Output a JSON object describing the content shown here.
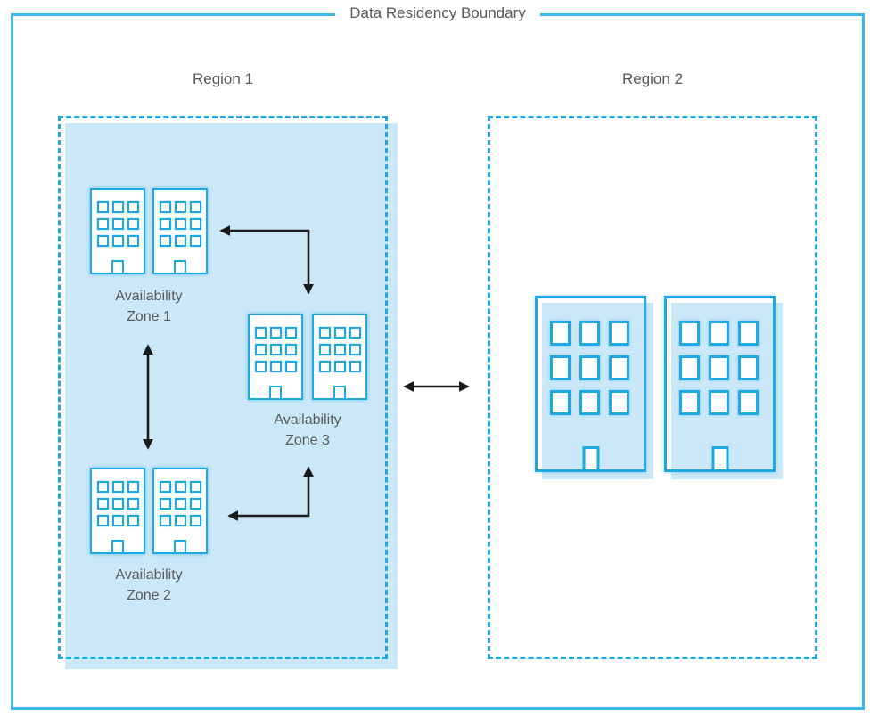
{
  "title": "Data Residency Boundary",
  "regions": [
    {
      "label": "Region 1"
    },
    {
      "label": "Region 2"
    }
  ],
  "zones": [
    {
      "line1": "Availability",
      "line2": "Zone 1"
    },
    {
      "line1": "Availability",
      "line2": "Zone 2"
    },
    {
      "line1": "Availability",
      "line2": "Zone 3"
    }
  ],
  "building": {
    "windows_rows": 3,
    "windows_cols": 3,
    "small_icon": "building-icon",
    "large_icon": "building-icon-large"
  },
  "arrows": [
    {
      "name": "az1-az3-arrow",
      "type": "elbow-bidirectional"
    },
    {
      "name": "az1-az2-arrow",
      "type": "vertical-bidirectional"
    },
    {
      "name": "az2-az3-arrow",
      "type": "elbow-bidirectional"
    },
    {
      "name": "region1-region2-arrow",
      "type": "horizontal-bidirectional"
    }
  ],
  "colors": {
    "outer_boundary_blue": "#3db6ec",
    "dashed_border_blue": "#1ea9e4",
    "region_fill_blue": "#cbe8f9",
    "label_gray": "#595959",
    "arrow_black": "#1a1a1a",
    "background": "#ffffff"
  }
}
